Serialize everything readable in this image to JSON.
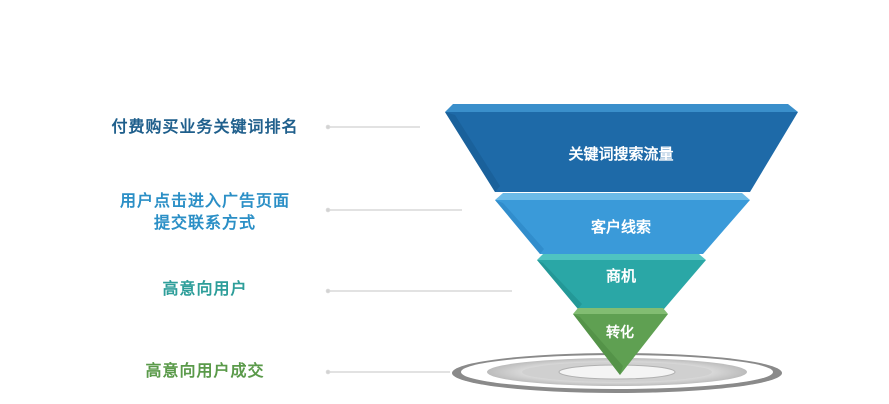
{
  "left_labels": [
    {
      "lines": [
        "付费购买业务关键词排名"
      ],
      "color": "#1f5f8c"
    },
    {
      "lines": [
        "用户点击进入广告页面",
        "提交联系方式"
      ],
      "color": "#2b8fc6"
    },
    {
      "lines": [
        "高意向用户"
      ],
      "color": "#2e9e9a"
    },
    {
      "lines": [
        "高意向用户成交"
      ],
      "color": "#5a9a4a"
    }
  ],
  "funnel_stages": [
    {
      "label": "关键词搜索流量",
      "color": "#1e6aa8"
    },
    {
      "label": "客户线索",
      "color": "#3a9ad9"
    },
    {
      "label": "商机",
      "color": "#2aa7a6"
    },
    {
      "label": "转化",
      "color": "#5fa052"
    }
  ]
}
